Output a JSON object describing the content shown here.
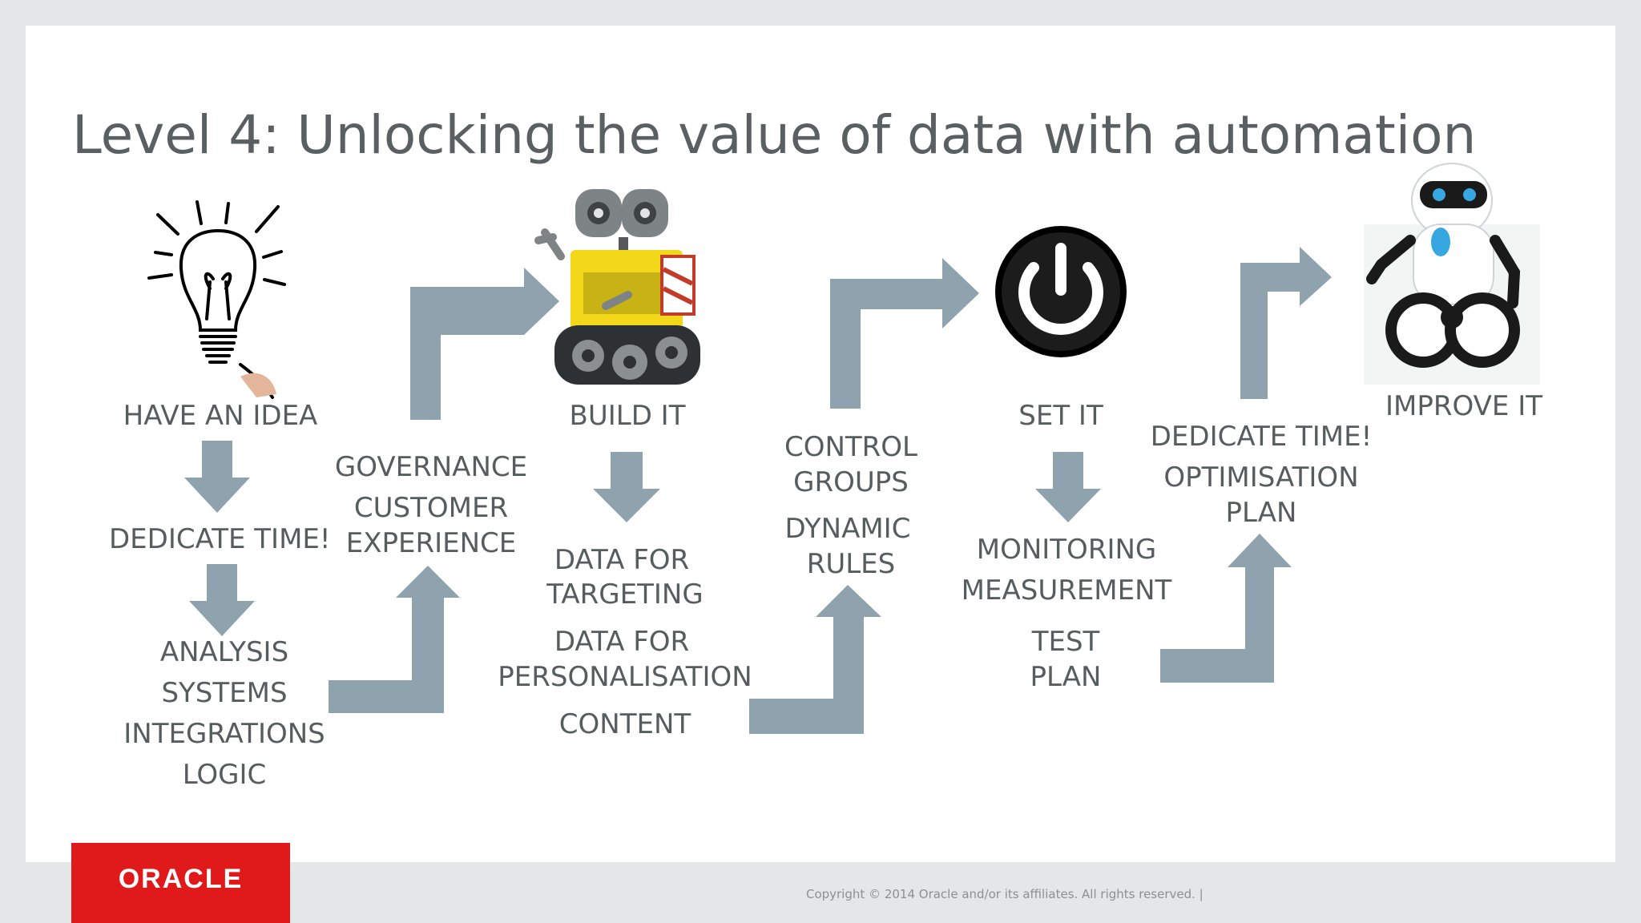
{
  "slide": {
    "title": "Level 4: Unlocking the value of data with automation",
    "steps": {
      "have_idea": "HAVE AN IDEA",
      "dedicate_time_1": "DEDICATE TIME!",
      "analysis": "ANALYSIS",
      "systems": "SYSTEMS",
      "integrations": "INTEGRATIONS",
      "logic": "LOGIC",
      "governance": "GOVERNANCE",
      "customer": "CUSTOMER",
      "experience": "EXPERIENCE",
      "build_it": "BUILD IT",
      "data_for_1": "DATA FOR",
      "targeting": "TARGETING",
      "data_for_2": "DATA FOR",
      "personalisation": "PERSONALISATION",
      "content": "CONTENT",
      "control": "CONTROL",
      "groups": "GROUPS",
      "dynamic": "DYNAMIC",
      "rules": "RULES",
      "set_it": "SET IT",
      "monitoring": "MONITORING",
      "measurement": "MEASUREMENT",
      "test": "TEST",
      "plan_1": "PLAN",
      "dedicate_time_2": "DEDICATE TIME!",
      "optimisation": "OPTIMISATION",
      "plan_2": "PLAN",
      "improve_it": "IMPROVE IT"
    },
    "accent_color": "#8ea3ad"
  },
  "footer": {
    "brand": "ORACLE",
    "copyright": "Copyright © 2014 Oracle and/or its affiliates. All rights reserved.  |"
  }
}
